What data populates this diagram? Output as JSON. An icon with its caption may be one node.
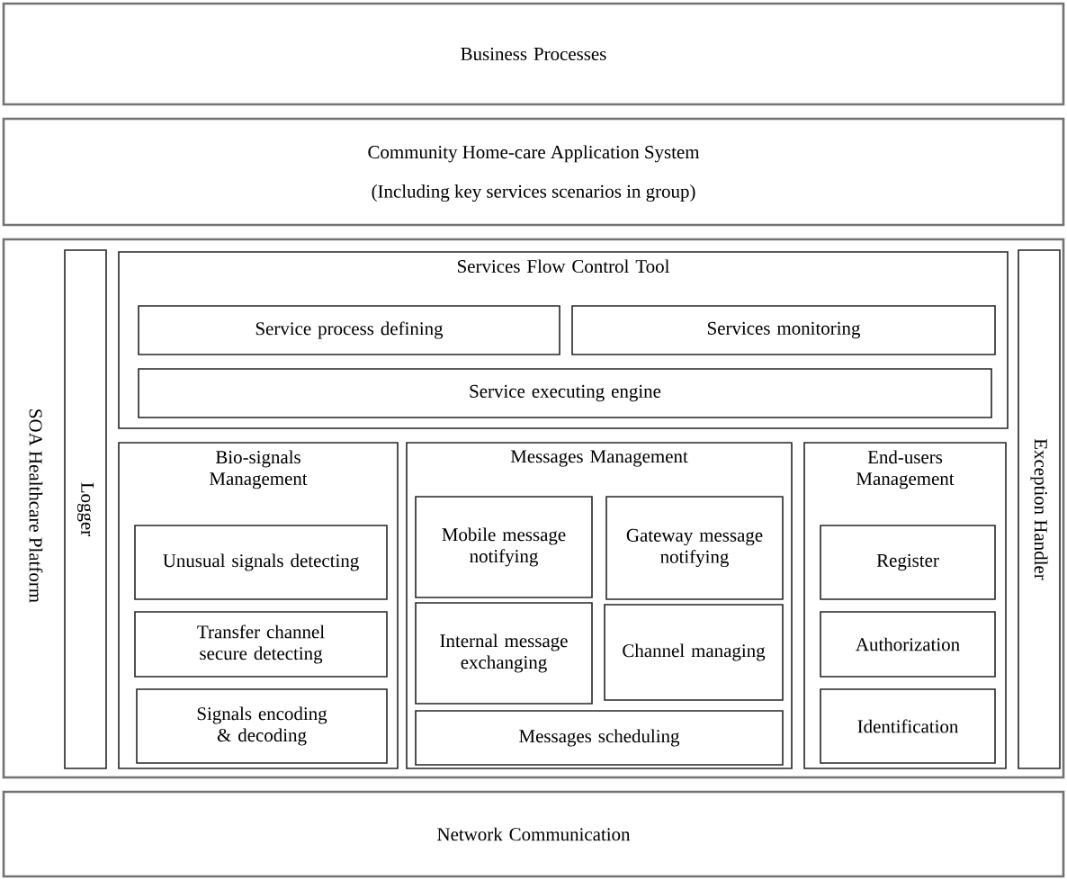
{
  "diagram": {
    "nodes": [
      {
        "text": [
          "Business Processes"
        ]
      },
      {
        "text": [
          "Community Home-care Application System",
          "(Including key services scenarios in group)"
        ]
      },
      {
        "text": [
          "SOA Healthcare Platform"
        ]
      },
      {
        "text": [
          "Logger"
        ],
        "in": 2
      },
      {
        "text": [
          "Services Flow Control Tool"
        ],
        "in": 2
      },
      {
        "text": [
          "Service process defining"
        ],
        "in": 4
      },
      {
        "text": [
          "Services monitoring"
        ],
        "in": 4
      },
      {
        "text": [
          "Service executing engine"
        ],
        "in": 4
      },
      {
        "text": [
          "Bio-signals Management"
        ],
        "in": 2
      },
      {
        "text": [
          "Unusual signals detecting"
        ],
        "in": 8
      },
      {
        "text": [
          "Transfer channel secure detecting"
        ],
        "in": 8
      },
      {
        "text": [
          "Signals encoding & decoding"
        ],
        "in": 8
      },
      {
        "text": [
          "Messages Management"
        ],
        "in": 2
      },
      {
        "text": [
          "Mobile message notifying"
        ],
        "in": 12
      },
      {
        "text": [
          "Gateway message notifying"
        ],
        "in": 12
      },
      {
        "text": [
          "Internal message exchanging"
        ],
        "in": 12
      },
      {
        "text": [
          "Channel managing"
        ],
        "in": 12
      },
      {
        "text": [
          "Messages scheduling"
        ],
        "in": 12
      },
      {
        "text": [
          "End-users Management"
        ],
        "in": 2
      },
      {
        "text": [
          "Register"
        ],
        "in": 18
      },
      {
        "text": [
          "Authorization"
        ],
        "in": 18
      },
      {
        "text": [
          "Identification"
        ],
        "in": 18
      },
      {
        "text": [
          "Exception Handler"
        ],
        "in": 2
      },
      {
        "text": [
          "Network Communication"
        ]
      }
    ]
  }
}
